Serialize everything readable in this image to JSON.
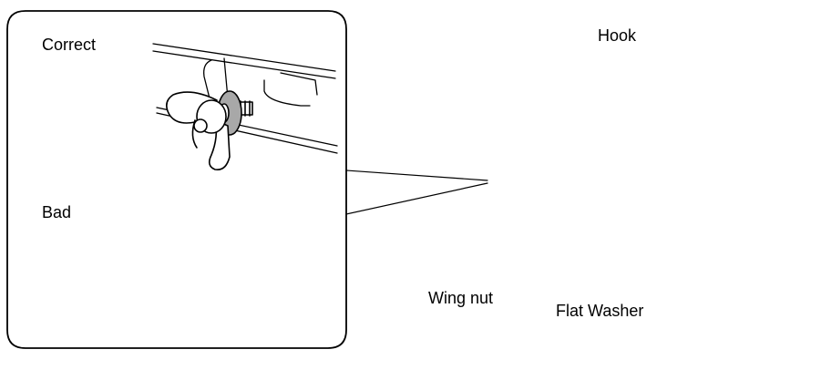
{
  "inset": {
    "correct_label": "Correct",
    "bad_label": "Bad"
  },
  "callouts": {
    "hook": "Hook",
    "wing_nut": "Wing nut",
    "flat_washer": "Flat Washer"
  },
  "colors": {
    "line": "#000000",
    "washer_fill": "#a8a8a8",
    "background": "#ffffff",
    "arrow": "#000000"
  }
}
